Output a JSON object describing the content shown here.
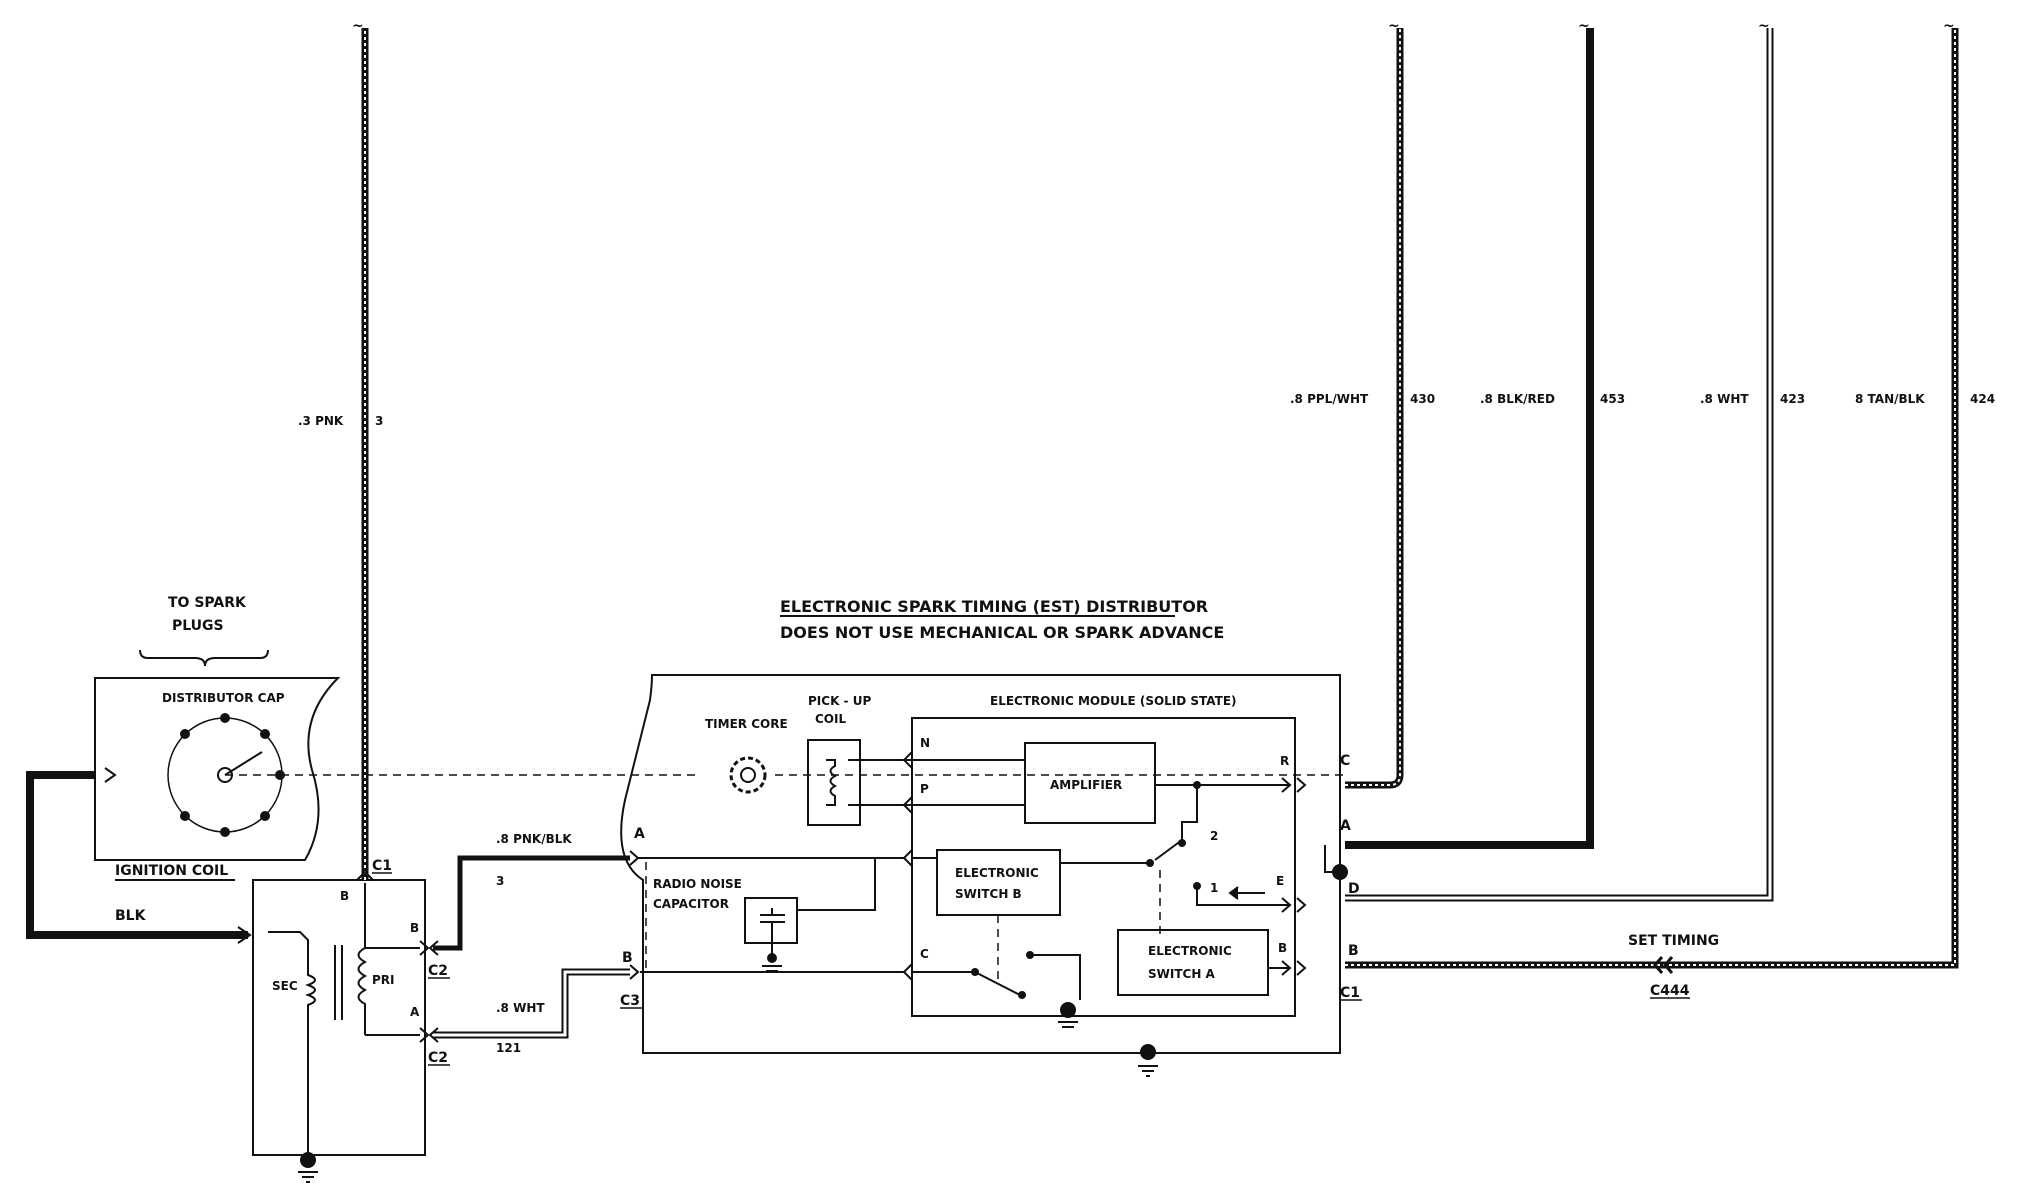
{
  "labels": {
    "to_spark_plugs_1": "TO SPARK",
    "to_spark_plugs_2": "PLUGS",
    "distributor_cap": "DISTRIBUTOR CAP",
    "ignition_coil": "IGNITION COIL",
    "blk": "BLK",
    "sec": "SEC",
    "pri": "PRI",
    "est_title": "ELECTRONIC SPARK TIMING (EST) DISTRIBUTOR",
    "est_subtitle": "DOES NOT USE MECHANICAL OR SPARK ADVANCE",
    "electronic_module": "ELECTRONIC MODULE (SOLID STATE)",
    "timer_core": "TIMER CORE",
    "pickup_coil_1": "PICK - UP",
    "pickup_coil_2": "COIL",
    "amplifier": "AMPLIFIER",
    "switch_b_1": "ELECTRONIC",
    "switch_b_2": "SWITCH B",
    "switch_a_1": "ELECTRONIC",
    "switch_a_2": "SWITCH A",
    "radio_noise_1": "RADIO NOISE",
    "radio_noise_2": "CAPACITOR",
    "set_timing": "SET TIMING"
  },
  "wires": {
    "pnk_main": ".3 PNK",
    "pnk_main_circuit": "3",
    "pnk_blk": ".8 PNK/BLK",
    "pnk_blk_circuit": "3",
    "wht": ".8 WHT",
    "wht_circuit": "121",
    "ppl_wht": ".8 PPL/WHT",
    "ppl_wht_circuit": "430",
    "blk_red": ".8 BLK/RED",
    "blk_red_circuit": "453",
    "wht_423": ".8 WHT",
    "wht_423_circuit": "423",
    "tan_blk": "8 TAN/BLK",
    "tan_blk_circuit": "424"
  },
  "connectors": {
    "c1_coil": "C1",
    "c2_b": "C2",
    "c2_a": "C2",
    "c3": "C3",
    "c1_right": "C1",
    "c444": "C444"
  },
  "pins": {
    "coil_b_top": "B",
    "coil_b": "B",
    "coil_a": "A",
    "dist_a": "A",
    "dist_b": "B",
    "mod_n": "N",
    "mod_p": "P",
    "mod_c": "C",
    "mod_r": "R",
    "mod_e": "E",
    "mod_b": "B",
    "sw_1": "1",
    "sw_2": "2",
    "out_c": "C",
    "out_a": "A",
    "out_d": "D",
    "out_b": "B"
  }
}
